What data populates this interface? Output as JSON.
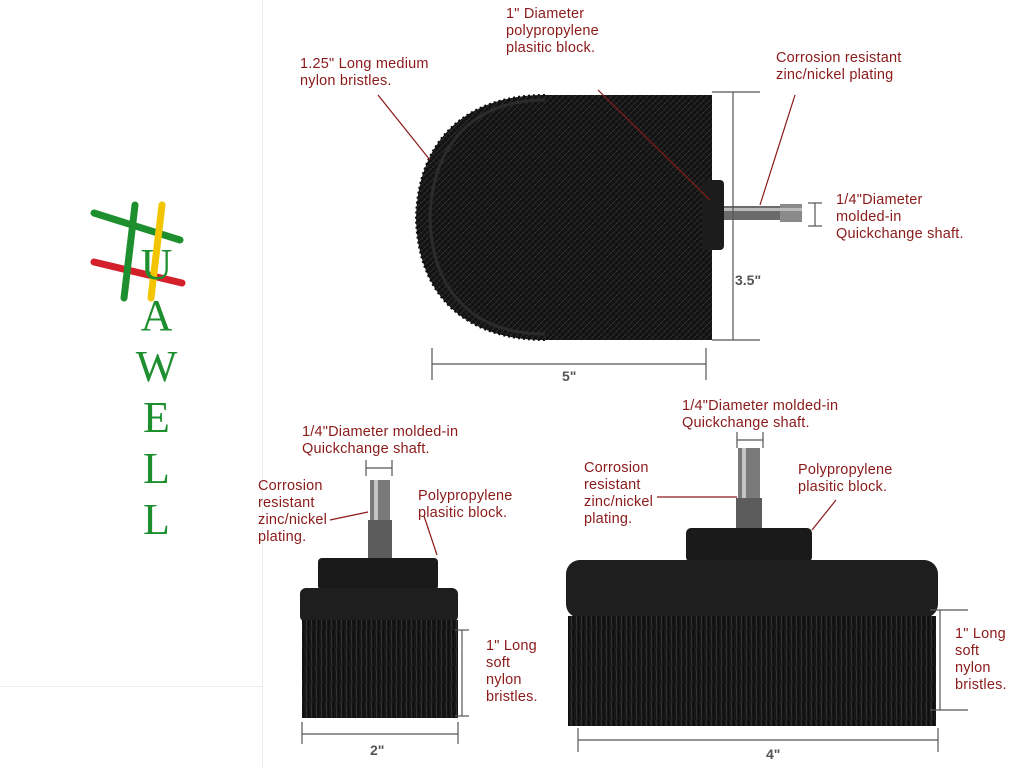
{
  "logo": {
    "text": "UAWELL",
    "colors": {
      "green": "#1d8f2e",
      "red": "#d3202a",
      "yellow": "#f2c500"
    }
  },
  "label_color": "#8b1a1a",
  "top_brush": {
    "bristles_label": "1.25\" Long medium\nnylon bristles.",
    "block_label": "1\" Diameter\npolypropylene\nplasitic block.",
    "plating_label": "Corrosion resistant\nzinc/nickel plating",
    "shaft_label": "1/4\"Diameter\nmolded-in\nQuickchange shaft.",
    "height_label": "3.5\"",
    "width_label": "5\""
  },
  "small_brush": {
    "shaft_label": "1/4\"Diameter molded-in\nQuickchange shaft.",
    "plating_label": "Corrosion\nresistant\nzinc/nickel\nplating.",
    "block_label": "Polypropylene\nplasitic block.",
    "bristles_label": "1\" Long\nsoft\nnylon\nbristles.",
    "width_label": "2\""
  },
  "large_brush": {
    "shaft_label": "1/4\"Diameter molded-in\nQuickchange shaft.",
    "plating_label": "Corrosion\nresistant\nzinc/nickel\nplating.",
    "block_label": "Polypropylene\nplasitic block.",
    "bristles_label": "1\" Long\nsoft\nnylon\nbristles.",
    "width_label": "4\""
  }
}
